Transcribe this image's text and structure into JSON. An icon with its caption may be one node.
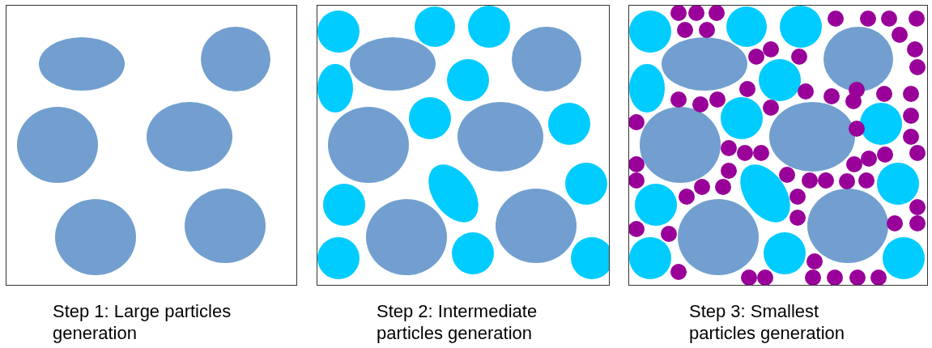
{
  "diagram": {
    "nodes": [
      {
        "text": [
          "Step 1: Large particles generation"
        ]
      },
      {
        "text": [
          "Step 2: Intermediate particles generation"
        ]
      },
      {
        "text": [
          "Step 3: Smallest particles generation"
        ]
      }
    ]
  }
}
